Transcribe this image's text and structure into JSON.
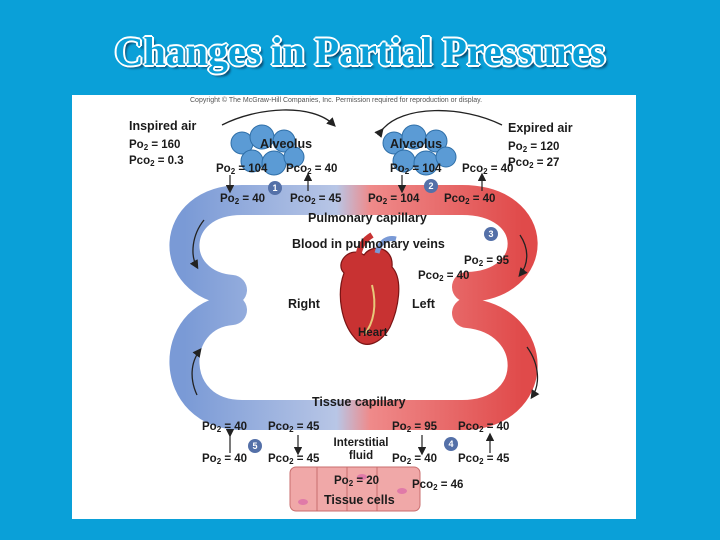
{
  "title": "Changes in Partial Pressures",
  "copyright": "Copyright © The McGraw-Hill Companies, Inc. Permission required for reproduction or display.",
  "inspired": {
    "label": "Inspired air",
    "po2": "160",
    "pco2": "0.3"
  },
  "expired": {
    "label": "Expired air",
    "po2": "120",
    "pco2": "27"
  },
  "alveolus_label": "Alveolus",
  "left_alveolus": {
    "po2": "104",
    "pco2": "40"
  },
  "right_alveolus": {
    "po2": "104",
    "pco2": "40"
  },
  "pulm_venous_end": {
    "po2": "40",
    "pco2": "45"
  },
  "pulm_arterial_end": {
    "po2": "104",
    "pco2": "40"
  },
  "pulmonary_capillary": "Pulmonary capillary",
  "blood_pulmonary_veins": "Blood in pulmonary veins",
  "pulm_veins": {
    "po2": "95",
    "pco2": "40"
  },
  "right_label": "Right",
  "left_label": "Left",
  "heart_label": "Heart",
  "tissue_capillary": "Tissue capillary",
  "tissue_venous_end": {
    "po2": "40",
    "pco2": "45"
  },
  "tissue_arterial_end": {
    "po2": "95",
    "pco2": "40"
  },
  "interstitial_label": "Interstitial fluid",
  "interstitial_left": {
    "po2": "40",
    "pco2": "45"
  },
  "interstitial_right": {
    "po2": "40",
    "pco2": "45"
  },
  "tissue_cells": {
    "label": "Tissue cells",
    "po2": "20",
    "pco2": "46"
  },
  "steps": [
    "1",
    "2",
    "3",
    "4",
    "5"
  ],
  "colors": {
    "oxygenated": "#e04a4a",
    "deoxygenated": "#7a9ad6",
    "alveolus": "#5b9bd5",
    "tissue": "#f0a8a8"
  }
}
